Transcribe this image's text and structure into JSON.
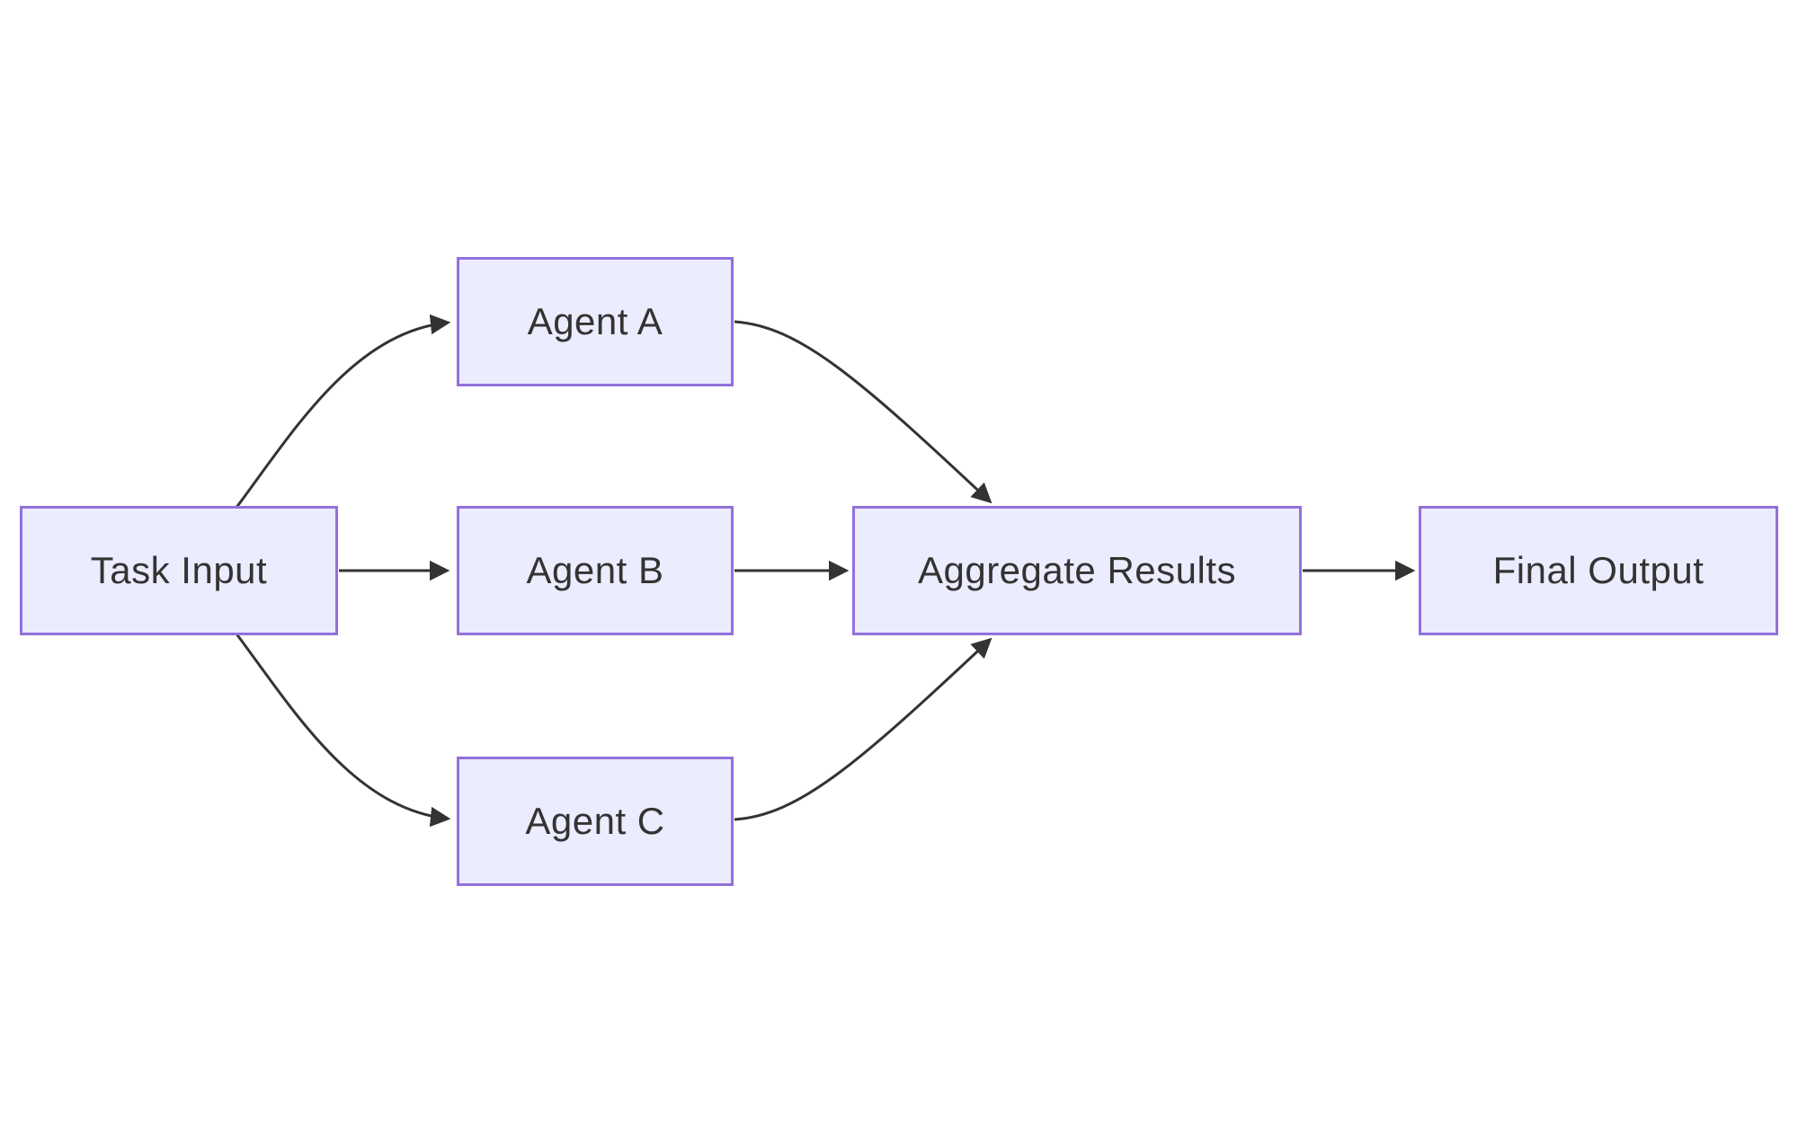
{
  "diagram": {
    "type": "flowchart",
    "direction": "left-to-right",
    "colors": {
      "background": "#ffffff",
      "node_fill": "#ECECFF",
      "node_border": "#9370DB",
      "edge": "#333333",
      "text": "#333333"
    },
    "nodes": [
      {
        "id": "task-input",
        "label": "Task Input"
      },
      {
        "id": "agent-a",
        "label": "Agent A"
      },
      {
        "id": "agent-b",
        "label": "Agent B"
      },
      {
        "id": "agent-c",
        "label": "Agent C"
      },
      {
        "id": "aggregate-results",
        "label": "Aggregate Results"
      },
      {
        "id": "final-output",
        "label": "Final Output"
      }
    ],
    "edges": [
      {
        "from": "task-input",
        "to": "agent-a"
      },
      {
        "from": "task-input",
        "to": "agent-b"
      },
      {
        "from": "task-input",
        "to": "agent-c"
      },
      {
        "from": "agent-a",
        "to": "aggregate-results"
      },
      {
        "from": "agent-b",
        "to": "aggregate-results"
      },
      {
        "from": "agent-c",
        "to": "aggregate-results"
      },
      {
        "from": "aggregate-results",
        "to": "final-output"
      }
    ]
  }
}
